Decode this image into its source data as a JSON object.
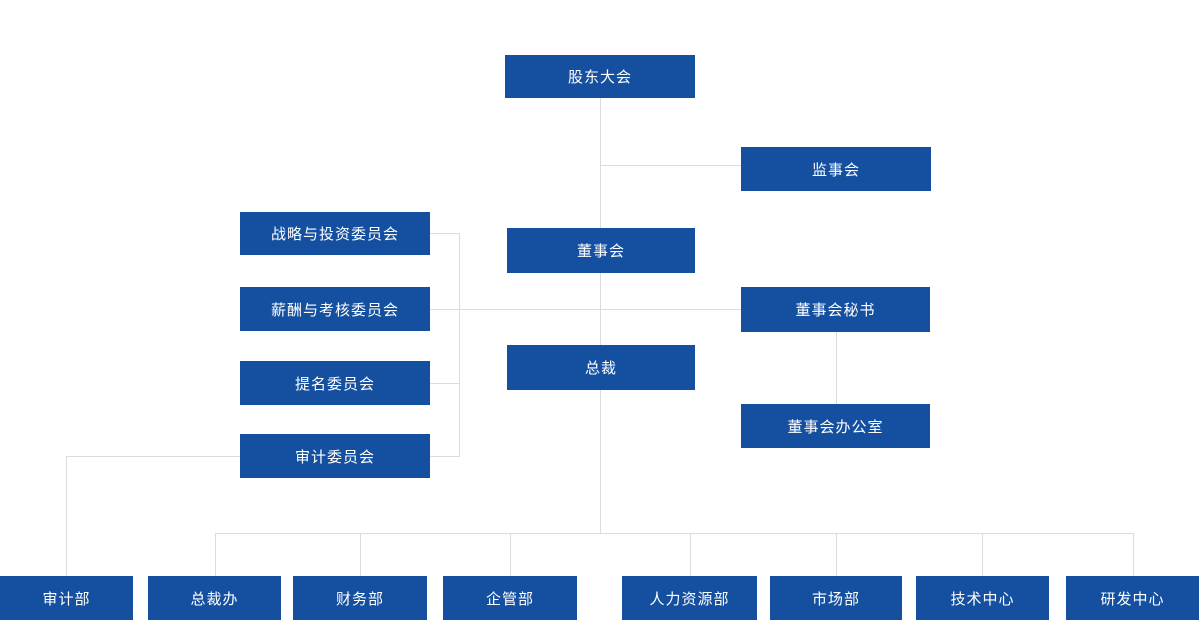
{
  "diagram": {
    "type": "org-chart",
    "colors": {
      "node_bg": "#1550a0",
      "node_text": "#ffffff",
      "line_color": "#dcdcdc",
      "background": "#ffffff"
    },
    "nodes": [
      {
        "id": "shareholders-meeting",
        "label": "股东大会"
      },
      {
        "id": "supervisory-board",
        "label": "监事会"
      },
      {
        "id": "board-of-directors",
        "label": "董事会"
      },
      {
        "id": "strategy-investment-committee",
        "label": "战略与投资委员会"
      },
      {
        "id": "compensation-assessment-committee",
        "label": "薪酬与考核委员会"
      },
      {
        "id": "nomination-committee",
        "label": "提名委员会"
      },
      {
        "id": "audit-committee",
        "label": "审计委员会"
      },
      {
        "id": "board-secretary",
        "label": "董事会秘书"
      },
      {
        "id": "president",
        "label": "总裁"
      },
      {
        "id": "board-office",
        "label": "董事会办公室"
      },
      {
        "id": "audit-dept",
        "label": "审计部"
      },
      {
        "id": "president-office",
        "label": "总裁办"
      },
      {
        "id": "finance-dept",
        "label": "财务部"
      },
      {
        "id": "enterprise-management-dept",
        "label": "企管部"
      },
      {
        "id": "hr-dept",
        "label": "人力资源部"
      },
      {
        "id": "marketing-dept",
        "label": "市场部"
      },
      {
        "id": "technology-center",
        "label": "技术中心"
      },
      {
        "id": "rd-center",
        "label": "研发中心"
      }
    ],
    "edges": [
      {
        "from": "股东大会",
        "to": "监事会"
      },
      {
        "from": "股东大会",
        "to": "董事会"
      },
      {
        "from": "董事会",
        "to": "战略与投资委员会"
      },
      {
        "from": "董事会",
        "to": "薪酬与考核委员会"
      },
      {
        "from": "董事会",
        "to": "提名委员会"
      },
      {
        "from": "董事会",
        "to": "审计委员会"
      },
      {
        "from": "董事会",
        "to": "董事会秘书"
      },
      {
        "from": "董事会秘书",
        "to": "董事会办公室"
      },
      {
        "from": "董事会",
        "to": "总裁"
      },
      {
        "from": "审计委员会",
        "to": "审计部"
      },
      {
        "from": "总裁",
        "to": "总裁办"
      },
      {
        "from": "总裁",
        "to": "财务部"
      },
      {
        "from": "总裁",
        "to": "企管部"
      },
      {
        "from": "总裁",
        "to": "人力资源部"
      },
      {
        "from": "总裁",
        "to": "市场部"
      },
      {
        "from": "总裁",
        "to": "技术中心"
      },
      {
        "from": "总裁",
        "to": "研发中心"
      }
    ]
  }
}
